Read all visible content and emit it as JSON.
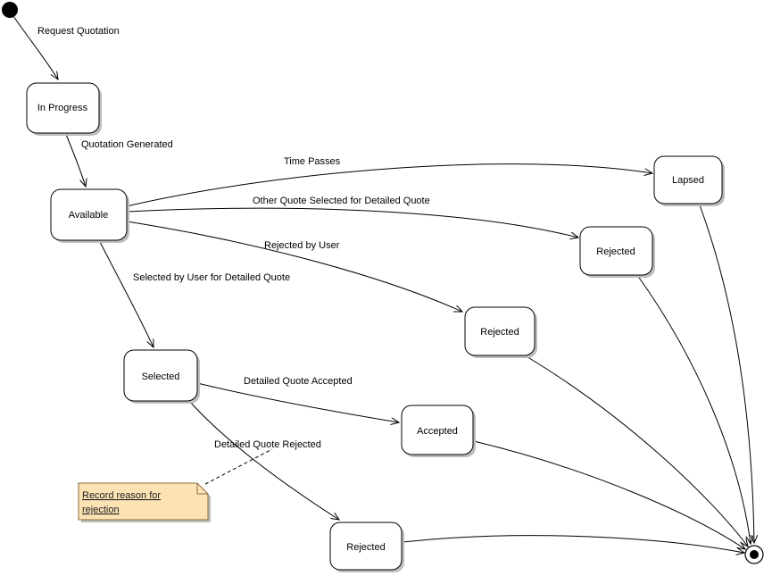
{
  "diagram": {
    "type": "uml-state-diagram",
    "states": {
      "in_progress": "In Progress",
      "available": "Available",
      "lapsed": "Lapsed",
      "rejected_other": "Rejected",
      "rejected_user": "Rejected",
      "selected": "Selected",
      "accepted": "Accepted",
      "rejected_detailed": "Rejected"
    },
    "transitions": {
      "request_quotation": "Request Quotation",
      "quotation_generated": "Quotation Generated",
      "time_passes": "Time Passes",
      "other_quote_selected": "Other Quote Selected for Detailed Quote",
      "rejected_by_user": "Rejected by User",
      "selected_by_user": "Selected by User for Detailed Quote",
      "detailed_quote_accepted": "Detailed Quote Accepted",
      "detailed_quote_rejected": "Detailed Quote Rejected"
    },
    "note": {
      "line1": "Record reason for",
      "line2": "rejection"
    },
    "colors": {
      "note_fill": "#FCE3B4",
      "state_fill": "#FFFFFF",
      "stroke": "#000000",
      "shadow": "#BDBDBD"
    }
  }
}
